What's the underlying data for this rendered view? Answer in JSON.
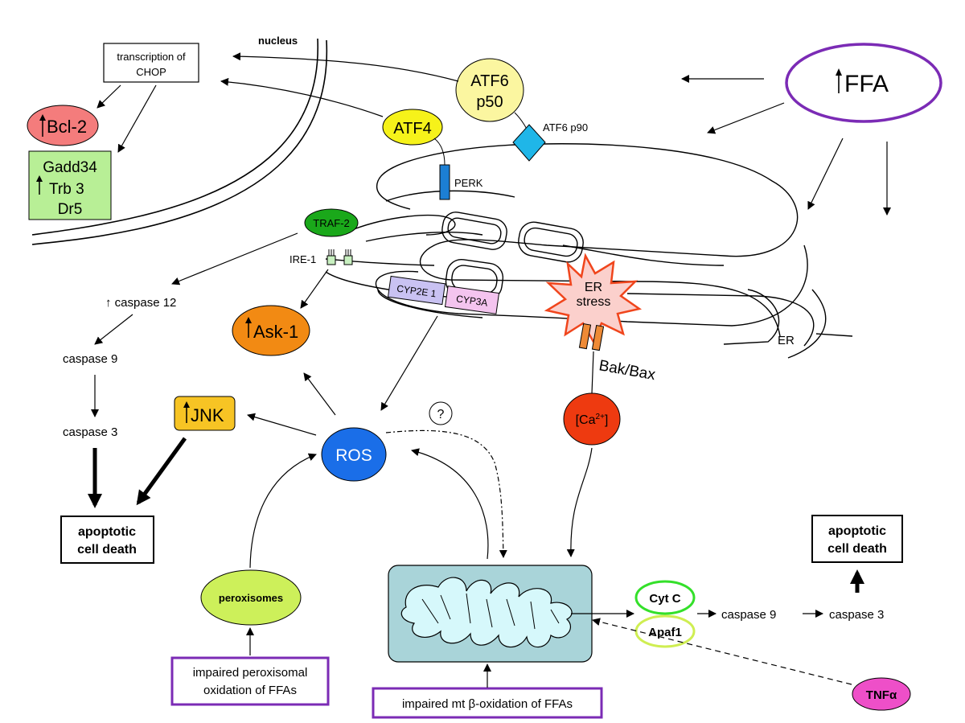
{
  "labels": {
    "nucleus": "nucleus",
    "transcription_line1": "transcription of",
    "transcription_line2": "CHOP",
    "bcl2": "Bcl-2",
    "gadd34": "Gadd34",
    "trb3": "Trb 3",
    "dr5": "Dr5",
    "atf6_line1": "ATF6",
    "atf6_line2": "p50",
    "atf6p90": "ATF6 p90",
    "atf4": "ATF4",
    "ffa": "FFA",
    "perk": "PERK",
    "traf2": "TRAF-2",
    "ire1": "IRE-1",
    "caspase12": "↑ caspase 12",
    "caspase9_left": "caspase 9",
    "caspase3_left": "caspase 3",
    "cyp2e1": "CYP2E 1",
    "cyp3a": "CYP3A",
    "er_stress_line1": "ER",
    "er_stress_line2": "stress",
    "er": "ER",
    "bak_bax": "Bak/Bax",
    "ask1": "Ask-1",
    "jnk": "JNK",
    "ros": "ROS",
    "question": "?",
    "calcium_base": "[Ca",
    "calcium_sup": "2+",
    "calcium_end": "]",
    "apoptotic_left_line1": "apoptotic",
    "apoptotic_left_line2": "cell death",
    "apoptotic_right_line1": "apoptotic",
    "apoptotic_right_line2": "cell death",
    "peroxisomes": "peroxisomes",
    "impaired_perox_line1": "impaired peroxisomal",
    "impaired_perox_line2": "oxidation of FFAs",
    "impaired_mt": "impaired mt β-oxidation of FFAs",
    "cytc": "Cyt C",
    "apaf1": "Apaf1",
    "caspase9_right": "caspase 9",
    "caspase3_right": "caspase 3",
    "tnfa": "TNFα"
  },
  "colors": {
    "bcl2": "#f47c7c",
    "gadd_box": "#b8ef96",
    "atf6": "#fbf6a0",
    "atf6p90": "#1fb6e8",
    "atf4": "#f6f21a",
    "ffa_ring": "#7b2bb5",
    "perk": "#1c7fd4",
    "traf2": "#1aa81a",
    "ire1": "#c8f0c0",
    "cyp2e1": "#c9c2f2",
    "cyp3a": "#f4c4ef",
    "er_stress_fill": "#fbd0cc",
    "er_stress_stroke": "#f0451c",
    "bak_bax": "#ee8a36",
    "ask1": "#f28a13",
    "jnk": "#f7c424",
    "ros": "#1a6ee8",
    "calcium": "#ee3a10",
    "peroxisomes": "#cdf05a",
    "mito_box": "#a9d4d9",
    "mito": "#d6f8fb",
    "cytc_ring": "#34e02a",
    "apaf1_ring": "#cfee52",
    "tnfa": "#ee4fc8",
    "impaired_box": "#7b2bb5"
  },
  "icons": {
    "up_arrow": "up-arrow-icon"
  }
}
